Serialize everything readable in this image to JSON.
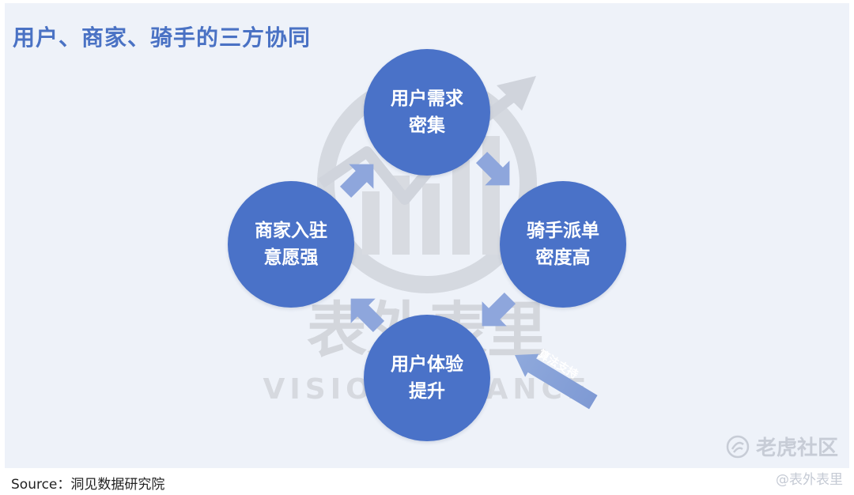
{
  "title": "用户、商家、骑手的三方协同",
  "nodes": {
    "top": [
      "用户需求",
      "密集"
    ],
    "right": [
      "骑手派单",
      "密度高"
    ],
    "bottom": [
      "用户体验",
      "提升"
    ],
    "left": [
      "商家入驻",
      "意愿强"
    ]
  },
  "algorithm_label": "算法支持",
  "watermark": {
    "cn": "表外表里",
    "en": "VISION FINANCE"
  },
  "brand_watermark": "老虎社区",
  "source": "Source：洞见数据研究院",
  "credit": "@表外表里",
  "colors": {
    "background": "#eef2f9",
    "title": "#4a72c4",
    "node": "#4a72c8",
    "arrow": "#8fa9dc",
    "watermark": "#c9ccd3"
  }
}
